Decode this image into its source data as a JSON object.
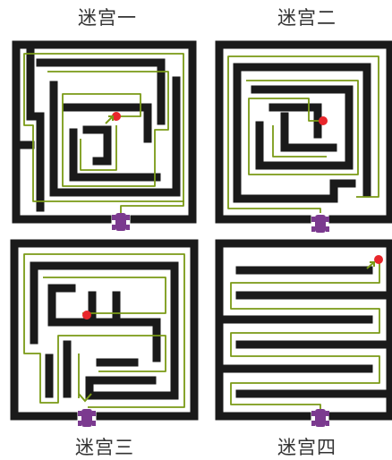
{
  "colors": {
    "wall": "#1a1a1a",
    "path": "#7a9a16",
    "goal": "#e8262b",
    "robot": "#7b3a8f",
    "background": "#ffffff"
  },
  "mazes": [
    {
      "id": "maze-1",
      "title": "迷宫一"
    },
    {
      "id": "maze-2",
      "title": "迷宫二"
    },
    {
      "id": "maze-3",
      "title": "迷宫三"
    },
    {
      "id": "maze-4",
      "title": "迷宫四"
    }
  ],
  "icons": {
    "goal": "red-dot-icon",
    "robot": "robot-car-icon",
    "path": "green-route-line"
  }
}
